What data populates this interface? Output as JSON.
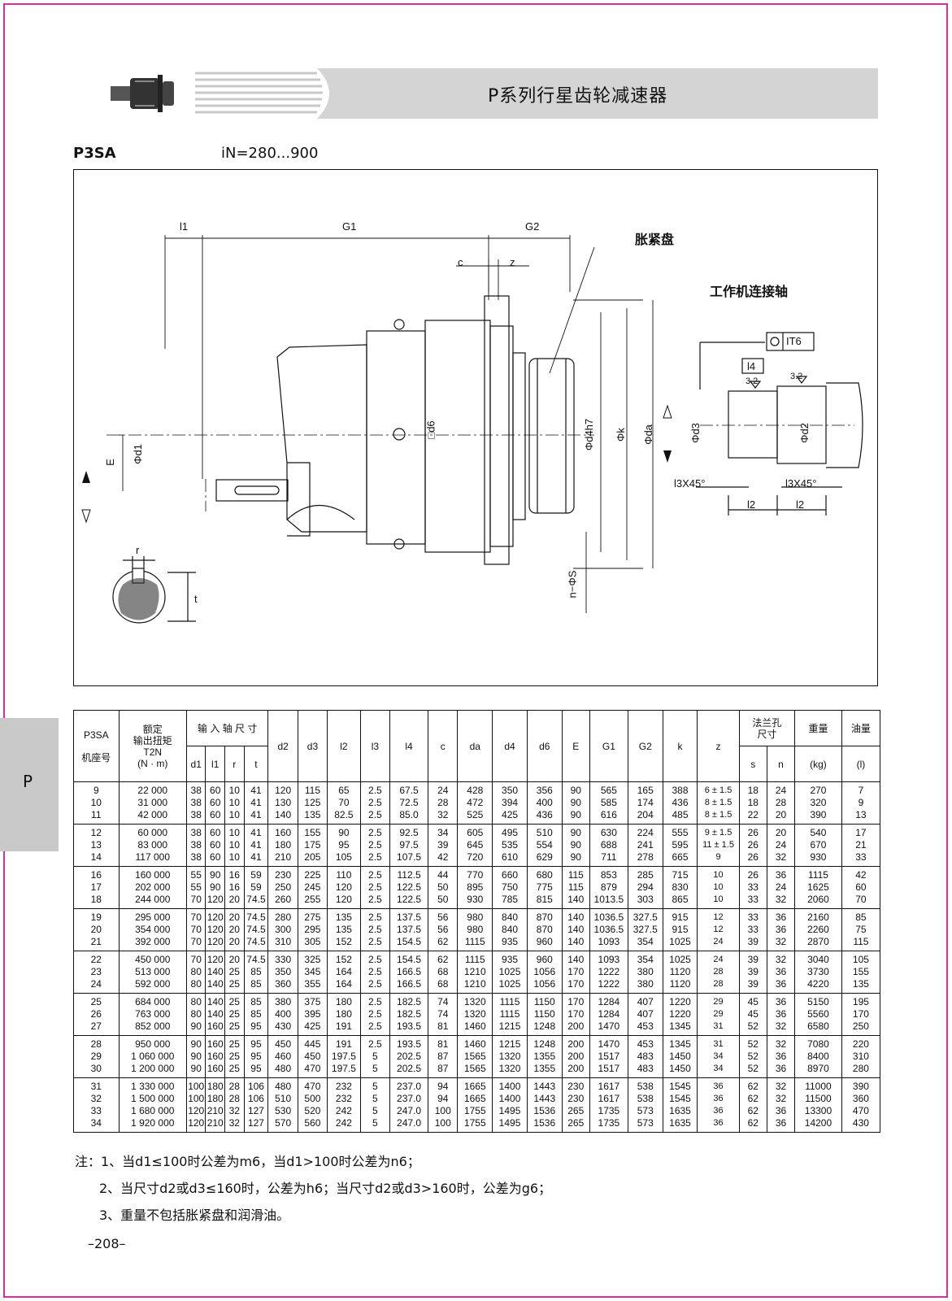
{
  "header": {
    "title": "P系列行星齿轮减速器"
  },
  "model": "P3SA",
  "ratio_range": "iN=280...900",
  "side_tab": "P",
  "drawing": {
    "labels": {
      "l1": "l1",
      "G1": "G1",
      "G2": "G2",
      "c": "c",
      "z": "z",
      "expansion_disc": "胀紧盘",
      "work_shaft": "工作机连接轴",
      "IT6": "IT6",
      "l4": "l4",
      "rough1": "3.2",
      "rough2": "3.2",
      "d1": "Φd1",
      "E": "E",
      "d6": "□d6",
      "d4": "Φd4h7",
      "k": "Φk",
      "da": "Φda",
      "S": "n−ΦS",
      "d3": "Φd3",
      "d2": "Φd2",
      "chamfer1": "l3X45°",
      "chamfer2": "l3X45°",
      "l2a": "l2",
      "l2b": "l2",
      "r": "r",
      "t": "t"
    }
  },
  "table": {
    "headers": {
      "model": "P3SA\n\n机座号",
      "torque": "额定\n输出扭矩\nT2N\n(N · m)",
      "input_shaft": "输 入 轴 尺 寸",
      "d1": "d1",
      "l1": "l1",
      "r": "r",
      "t": "t",
      "d2": "d2",
      "d3": "d3",
      "l2": "l2",
      "l3": "l3",
      "l4": "l4",
      "c": "c",
      "da": "da",
      "d4": "d4",
      "d6": "d6",
      "E": "E",
      "G1": "G1",
      "G2": "G2",
      "k": "k",
      "z": "z",
      "flange": "法兰孔\n尺寸",
      "s": "s",
      "n": "n",
      "weight": "重量",
      "weight_unit": "(kg)",
      "oil": "油量",
      "oil_unit": "(l)"
    },
    "groups": [
      {
        "size": "9\n10\n11",
        "torque": "22 000\n31 000\n42 000",
        "d1": "38\n38\n38",
        "l1": "60\n60\n60",
        "r": "10\n10\n10",
        "t": "41\n41\n41",
        "d2": "120\n130\n140",
        "d3": "115\n125\n135",
        "l2": "65\n70\n82.5",
        "l3": "2.5\n2.5\n2.5",
        "l4": "67.5\n72.5\n85.0",
        "c": "24\n28\n32",
        "da": "428\n472\n525",
        "d4": "350\n394\n425",
        "d6": "356\n400\n436",
        "E": "90\n90\n90",
        "G1": "565\n585\n616",
        "G2": "165\n174\n204",
        "k": "388\n436\n485",
        "z": "6 ± 1.5\n8 ± 1.5\n8 ± 1.5",
        "s": "18\n18\n22",
        "n": "24\n28\n20",
        "weight": "270\n320\n390",
        "oil": "7\n9\n13"
      },
      {
        "size": "12\n13\n14",
        "torque": "60 000\n83 000\n117 000",
        "d1": "38\n38\n38",
        "l1": "60\n60\n60",
        "r": "10\n10\n10",
        "t": "41\n41\n41",
        "d2": "160\n180\n210",
        "d3": "155\n175\n205",
        "l2": "90\n95\n105",
        "l3": "2.5\n2.5\n2.5",
        "l4": "92.5\n97.5\n107.5",
        "c": "34\n39\n42",
        "da": "605\n645\n720",
        "d4": "495\n535\n610",
        "d6": "510\n554\n629",
        "E": "90\n90\n90",
        "G1": "630\n688\n711",
        "G2": "224\n241\n278",
        "k": "555\n595\n665",
        "z": "9 ± 1.5\n11 ± 1.5\n9",
        "s": "26\n26\n26",
        "n": "20\n24\n32",
        "weight": "540\n670\n930",
        "oil": "17\n21\n33"
      },
      {
        "size": "16\n17\n18",
        "torque": "160 000\n202 000\n244 000",
        "d1": "55\n55\n70",
        "l1": "90\n90\n120",
        "r": "16\n16\n20",
        "t": "59\n59\n74.5",
        "d2": "230\n250\n260",
        "d3": "225\n245\n255",
        "l2": "110\n120\n120",
        "l3": "2.5\n2.5\n2.5",
        "l4": "112.5\n122.5\n122.5",
        "c": "44\n50\n50",
        "da": "770\n895\n930",
        "d4": "660\n750\n785",
        "d6": "680\n775\n815",
        "E": "115\n115\n140",
        "G1": "853\n879\n1013.5",
        "G2": "285\n294\n303",
        "k": "715\n830\n865",
        "z": "10\n10\n10",
        "s": "26\n33\n33",
        "n": "36\n24\n32",
        "weight": "1115\n1625\n2060",
        "oil": "42\n60\n70"
      },
      {
        "size": "19\n20\n21",
        "torque": "295 000\n354 000\n392 000",
        "d1": "70\n70\n70",
        "l1": "120\n120\n120",
        "r": "20\n20\n20",
        "t": "74.5\n74.5\n74.5",
        "d2": "280\n300\n310",
        "d3": "275\n295\n305",
        "l2": "135\n135\n152",
        "l3": "2.5\n2.5\n2.5",
        "l4": "137.5\n137.5\n154.5",
        "c": "56\n56\n62",
        "da": "980\n980\n1115",
        "d4": "840\n840\n935",
        "d6": "870\n870\n960",
        "E": "140\n140\n140",
        "G1": "1036.5\n1036.5\n1093",
        "G2": "327.5\n327.5\n354",
        "k": "915\n915\n1025",
        "z": "12\n12\n24",
        "s": "33\n33\n39",
        "n": "36\n36\n32",
        "weight": "2160\n2260\n2870",
        "oil": "85\n75\n115"
      },
      {
        "size": "22\n23\n24",
        "torque": "450 000\n513 000\n592 000",
        "d1": "70\n80\n80",
        "l1": "120\n140\n140",
        "r": "20\n25\n25",
        "t": "74.5\n85\n85",
        "d2": "330\n350\n360",
        "d3": "325\n345\n355",
        "l2": "152\n164\n164",
        "l3": "2.5\n2.5\n2.5",
        "l4": "154.5\n166.5\n166.5",
        "c": "62\n68\n68",
        "da": "1115\n1210\n1210",
        "d4": "935\n1025\n1025",
        "d6": "960\n1056\n1056",
        "E": "140\n170\n170",
        "G1": "1093\n1222\n1222",
        "G2": "354\n380\n380",
        "k": "1025\n1120\n1120",
        "z": "24\n28\n28",
        "s": "39\n39\n39",
        "n": "32\n36\n36",
        "weight": "3040\n3730\n4220",
        "oil": "105\n155\n135"
      },
      {
        "size": "25\n26\n27",
        "torque": "684 000\n763 000\n852 000",
        "d1": "80\n80\n90",
        "l1": "140\n140\n160",
        "r": "25\n25\n25",
        "t": "85\n85\n95",
        "d2": "380\n400\n430",
        "d3": "375\n395\n425",
        "l2": "180\n180\n191",
        "l3": "2.5\n2.5\n2.5",
        "l4": "182.5\n182.5\n193.5",
        "c": "74\n74\n81",
        "da": "1320\n1320\n1460",
        "d4": "1115\n1115\n1215",
        "d6": "1150\n1150\n1248",
        "E": "170\n170\n200",
        "G1": "1284\n1284\n1470",
        "G2": "407\n407\n453",
        "k": "1220\n1220\n1345",
        "z": "29\n29\n31",
        "s": "45\n45\n52",
        "n": "36\n36\n32",
        "weight": "5150\n5560\n6580",
        "oil": "195\n170\n250"
      },
      {
        "size": "28\n29\n30",
        "torque": "950 000\n1 060 000\n1 200 000",
        "d1": "90\n90\n90",
        "l1": "160\n160\n160",
        "r": "25\n25\n25",
        "t": "95\n95\n95",
        "d2": "450\n460\n480",
        "d3": "445\n450\n470",
        "l2": "191\n197.5\n197.5",
        "l3": "2.5\n5\n5",
        "l4": "193.5\n202.5\n202.5",
        "c": "81\n87\n87",
        "da": "1460\n1565\n1565",
        "d4": "1215\n1320\n1320",
        "d6": "1248\n1355\n1355",
        "E": "200\n200\n200",
        "G1": "1470\n1517\n1517",
        "G2": "453\n483\n483",
        "k": "1345\n1450\n1450",
        "z": "31\n34\n34",
        "s": "52\n52\n52",
        "n": "32\n36\n36",
        "weight": "7080\n8400\n8970",
        "oil": "220\n310\n280"
      },
      {
        "size": "31\n32\n33\n34",
        "torque": "1 330 000\n1 500 000\n1 680 000\n1 920 000",
        "d1": "100\n100\n120\n120",
        "l1": "180\n180\n210\n210",
        "r": "28\n28\n32\n32",
        "t": "106\n106\n127\n127",
        "d2": "480\n510\n530\n570",
        "d3": "470\n500\n520\n560",
        "l2": "232\n232\n242\n242",
        "l3": "5\n5\n5\n5",
        "l4": "237.0\n237.0\n247.0\n247.0",
        "c": "94\n94\n100\n100",
        "da": "1665\n1665\n1755\n1755",
        "d4": "1400\n1400\n1495\n1495",
        "d6": "1443\n1443\n1536\n1536",
        "E": "230\n230\n265\n265",
        "G1": "1617\n1617\n1735\n1735",
        "G2": "538\n538\n573\n573",
        "k": "1545\n1545\n1635\n1635",
        "z": "36\n36\n36\n36",
        "s": "62\n62\n62\n62",
        "n": "32\n32\n36\n36",
        "weight": "11000\n11500\n13300\n14200",
        "oil": "390\n360\n470\n430"
      }
    ]
  },
  "notes": [
    "注：1、当d1≤100时公差为m6，当d1>100时公差为n6；",
    "2、当尺寸d2或d3≤160时，公差为h6；当尺寸d2或d3>160时，公差为g6；",
    "3、重量不包括胀紧盘和润滑油。"
  ],
  "page_number": "–208–"
}
